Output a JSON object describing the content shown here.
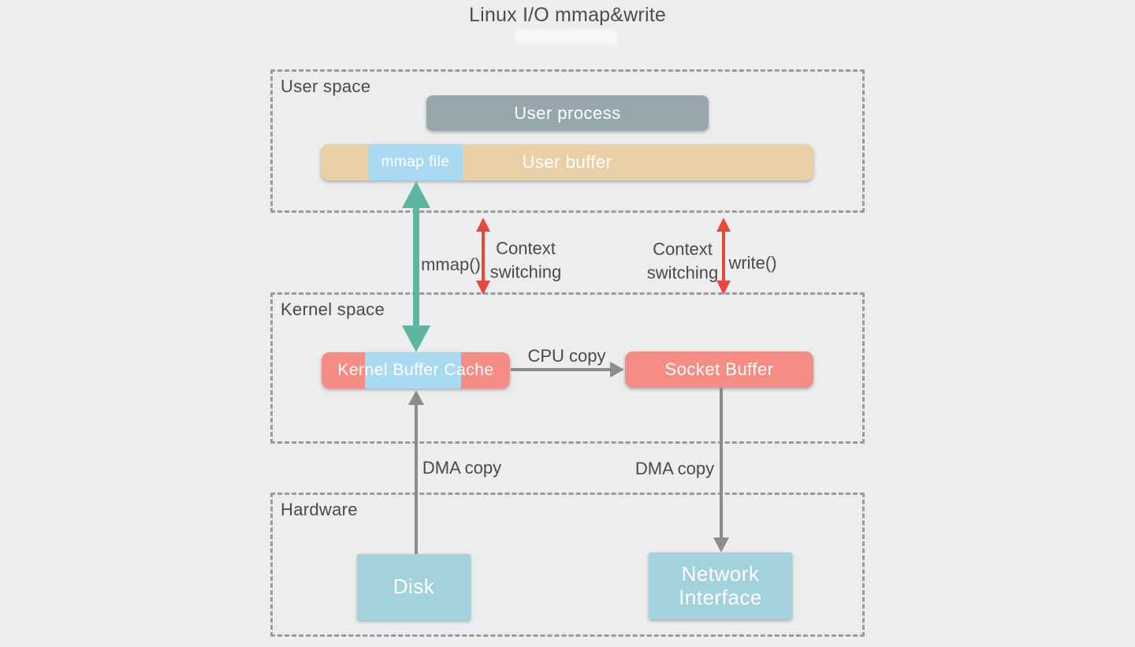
{
  "title": "Linux I/O mmap&write",
  "sections": {
    "user_space": {
      "label": "User space"
    },
    "kernel_space": {
      "label": "Kernel space"
    },
    "hardware": {
      "label": "Hardware"
    }
  },
  "nodes": {
    "user_process": {
      "label": "User process"
    },
    "user_buffer": {
      "label": "User buffer"
    },
    "mmap_file": {
      "label": "mmap file"
    },
    "kernel_buffer_cache": {
      "label": "Kernel Buffer Cache"
    },
    "socket_buffer": {
      "label": "Socket Buffer"
    },
    "disk": {
      "label": "Disk"
    },
    "network_interface": {
      "label": "Network Interface"
    }
  },
  "edges": {
    "mmap_call": {
      "label": "mmap()"
    },
    "context_switch_left": {
      "label": "Context\nswitching"
    },
    "context_switch_right": {
      "label": "Context\nswitching"
    },
    "write_call": {
      "label": "write()"
    },
    "cpu_copy": {
      "label": "CPU copy"
    },
    "dma_copy_left": {
      "label": "DMA copy"
    },
    "dma_copy_right": {
      "label": "DMA copy"
    }
  },
  "colors": {
    "background": "#ecedee",
    "dashed_border": "#9b9b9b",
    "label_text": "#4a4a4a",
    "user_process_fill": "#96a7ae",
    "user_buffer_fill": "#e9d0a6",
    "mmap_segment_fill": "#a9daf2",
    "salmon_fill": "#f68d84",
    "hardware_fill": "#a3d2dc",
    "teal_arrow": "#5cb6a1",
    "red_arrow": "#e8493f",
    "gray_arrow": "#8c8c8c"
  }
}
